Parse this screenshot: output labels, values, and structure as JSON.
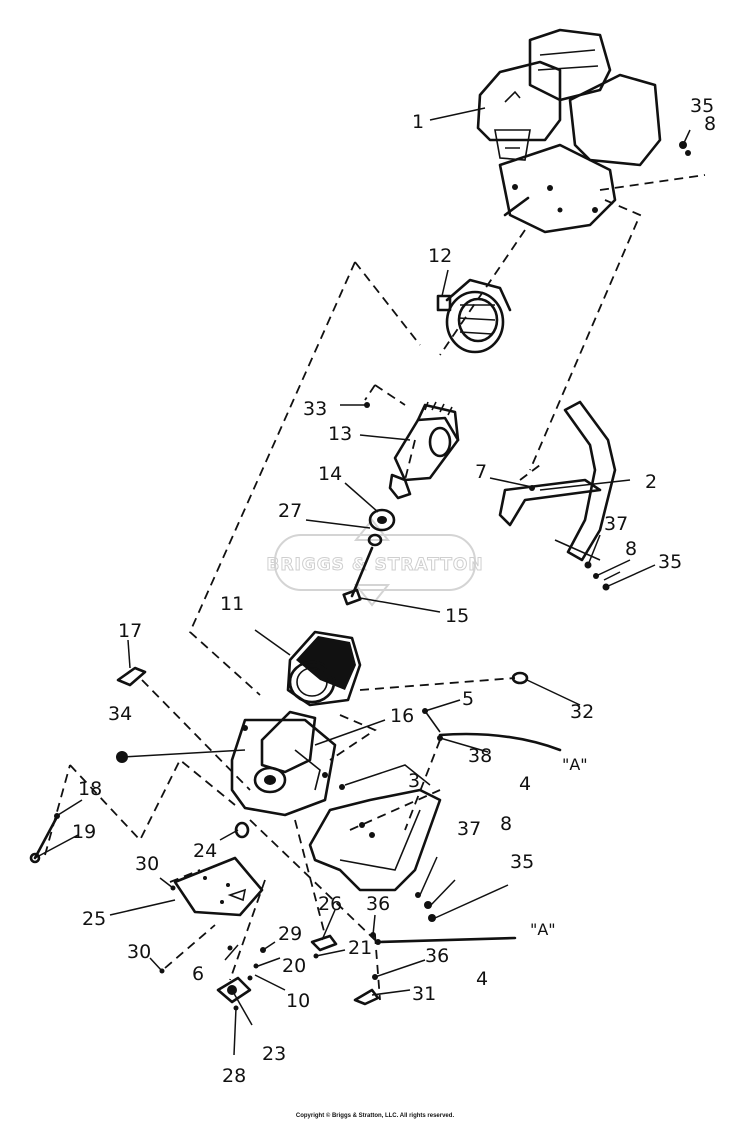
{
  "watermark": {
    "text": "BRIGGS & STRATTON"
  },
  "copyright": "Copyright © Briggs & Stratton, LLC. All rights reserved.",
  "connection_label": "\"A\"",
  "callouts": [
    {
      "id": "c1",
      "label": "1"
    },
    {
      "id": "c2",
      "label": "2"
    },
    {
      "id": "c3",
      "label": "3"
    },
    {
      "id": "c4a",
      "label": "4"
    },
    {
      "id": "c4b",
      "label": "4"
    },
    {
      "id": "c5",
      "label": "5"
    },
    {
      "id": "c6",
      "label": "6"
    },
    {
      "id": "c7",
      "label": "7"
    },
    {
      "id": "c8a",
      "label": "8"
    },
    {
      "id": "c8b",
      "label": "8"
    },
    {
      "id": "c8c",
      "label": "8"
    },
    {
      "id": "c10",
      "label": "10"
    },
    {
      "id": "c11",
      "label": "11"
    },
    {
      "id": "c12",
      "label": "12"
    },
    {
      "id": "c13",
      "label": "13"
    },
    {
      "id": "c14",
      "label": "14"
    },
    {
      "id": "c15",
      "label": "15"
    },
    {
      "id": "c16",
      "label": "16"
    },
    {
      "id": "c17",
      "label": "17"
    },
    {
      "id": "c18",
      "label": "18"
    },
    {
      "id": "c19",
      "label": "19"
    },
    {
      "id": "c20",
      "label": "20"
    },
    {
      "id": "c21",
      "label": "21"
    },
    {
      "id": "c23",
      "label": "23"
    },
    {
      "id": "c24",
      "label": "24"
    },
    {
      "id": "c25",
      "label": "25"
    },
    {
      "id": "c26",
      "label": "26"
    },
    {
      "id": "c27",
      "label": "27"
    },
    {
      "id": "c28",
      "label": "28"
    },
    {
      "id": "c29",
      "label": "29"
    },
    {
      "id": "c30a",
      "label": "30"
    },
    {
      "id": "c30b",
      "label": "30"
    },
    {
      "id": "c31",
      "label": "31"
    },
    {
      "id": "c32",
      "label": "32"
    },
    {
      "id": "c33",
      "label": "33"
    },
    {
      "id": "c34",
      "label": "34"
    },
    {
      "id": "c35a",
      "label": "35"
    },
    {
      "id": "c35b",
      "label": "35"
    },
    {
      "id": "c35c",
      "label": "35"
    },
    {
      "id": "c36a",
      "label": "36"
    },
    {
      "id": "c36b",
      "label": "36"
    },
    {
      "id": "c37a",
      "label": "37"
    },
    {
      "id": "c37b",
      "label": "37"
    },
    {
      "id": "c38",
      "label": "38"
    }
  ]
}
